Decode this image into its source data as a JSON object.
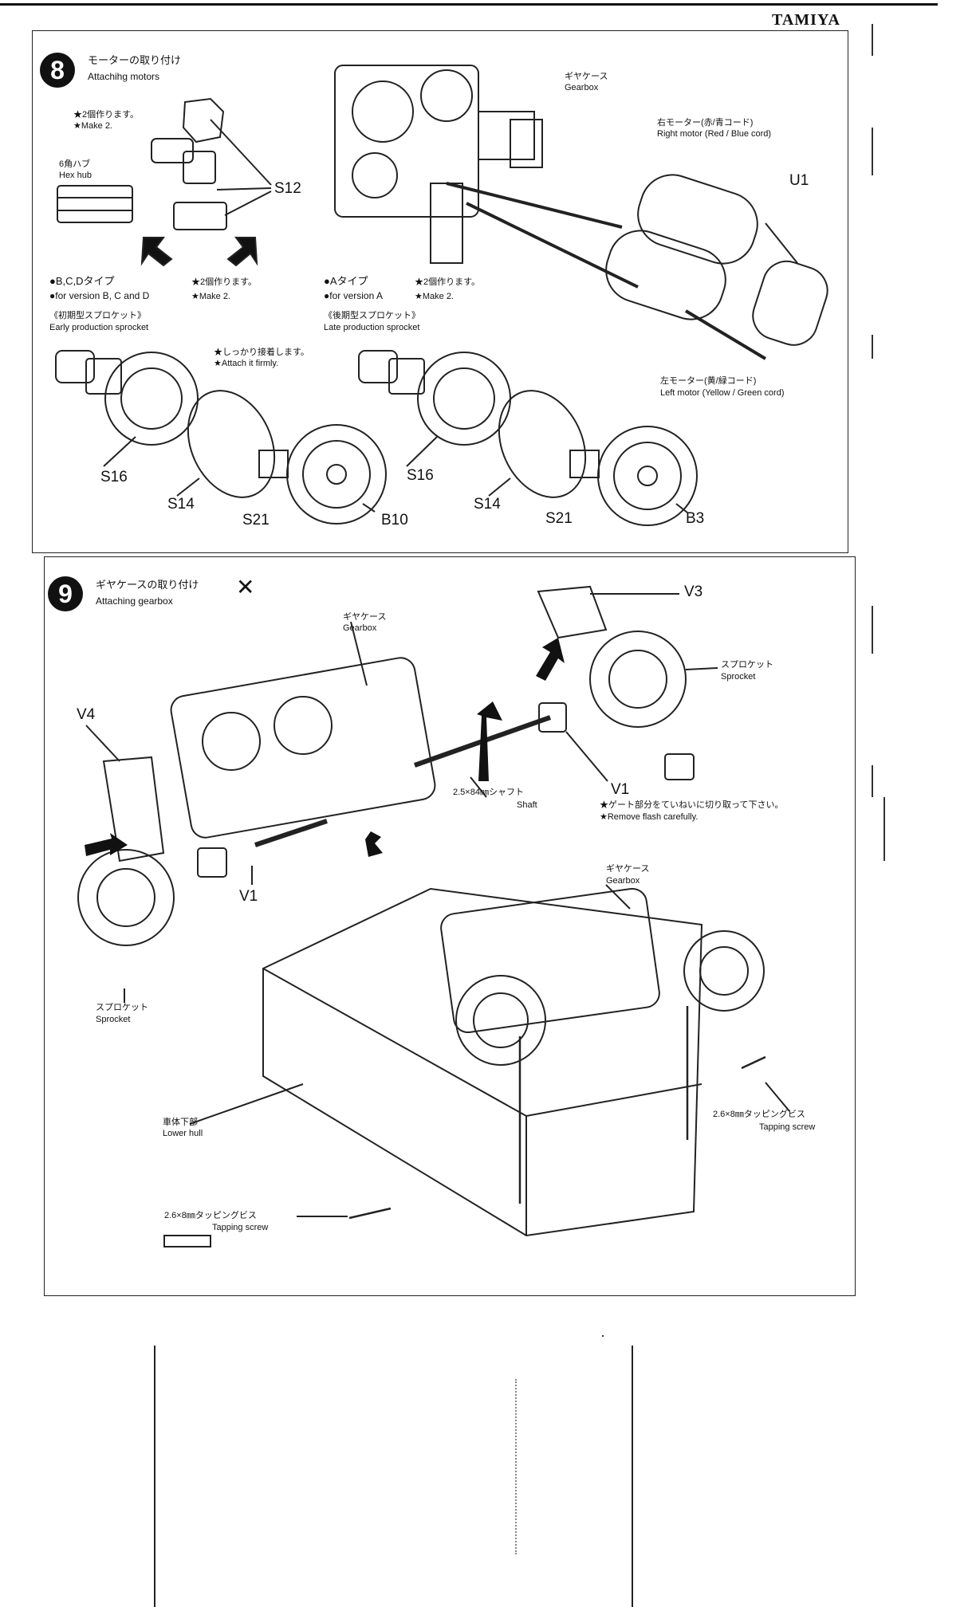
{
  "brand": "TAMIYA",
  "step8": {
    "number": "8",
    "title_jp": "モーターの取り付け",
    "title_en": "Attachihg motors",
    "make2_jp": "★2個作ります。",
    "make2_en": "★Make 2.",
    "hexhub_jp": "6角ハブ",
    "hexhub_en": "Hex hub",
    "part_s12": "S12",
    "gearbox_jp": "ギヤケース",
    "gearbox_en": "Gearbox",
    "right_motor_jp": "右モーター(赤/青コード)",
    "right_motor_en": "Right motor (Red / Blue cord)",
    "part_u1": "U1",
    "left_motor_jp": "左モーター(黄/緑コード)",
    "left_motor_en": "Left motor (Yellow / Green cord)",
    "versionBCD_jp": "●B,C,Dタイプ",
    "versionBCD_en": "●for version B, C and D",
    "versionBCD_make_jp": "★2個作ります。",
    "versionBCD_make_en": "★Make 2.",
    "early_jp": "《初期型スプロケット》",
    "early_en": "Early production sprocket",
    "attach_jp": "★しっかり接着します。",
    "attach_en": "★Attach it firmly.",
    "versionA_jp": "●Aタイプ",
    "versionA_en": "●for version A",
    "versionA_make_jp": "★2個作ります。",
    "versionA_make_en": "★Make 2.",
    "late_jp": "《後期型スプロケット》",
    "late_en": "Late production sprocket",
    "left_s16": "S16",
    "left_s14": "S14",
    "left_s21": "S21",
    "left_b10": "B10",
    "right_s16": "S16",
    "right_s14": "S14",
    "right_s21": "S21",
    "right_b3": "B3"
  },
  "step9": {
    "number": "9",
    "title_jp": "ギヤケースの取り付け",
    "title_en": "Attaching gearbox",
    "gearbox_top_jp": "ギヤケース",
    "gearbox_top_en": "Gearbox",
    "part_v3": "V3",
    "sprocket_right_jp": "スプロケット",
    "sprocket_right_en": "Sprocket",
    "part_v4": "V4",
    "shaft_jp": "2.5×84㎜シャフト",
    "shaft_en": "Shaft",
    "part_v1_right": "V1",
    "flash_jp": "★ゲート部分をていねいに切り取って下さい。",
    "flash_en": "★Remove flash carefully.",
    "part_v1_left": "V1",
    "gearbox_low_jp": "ギヤケース",
    "gearbox_low_en": "Gearbox",
    "sprocket_left_jp": "スプロケット",
    "sprocket_left_en": "Sprocket",
    "lowerhull_jp": "車体下部",
    "lowerhull_en": "Lower hull",
    "screw_right_jp": "2.6×8㎜タッピングビス",
    "screw_right_en": "Tapping screw",
    "screw_left_jp": "2.6×8㎜タッピングビス",
    "screw_left_en": "Tapping screw"
  }
}
